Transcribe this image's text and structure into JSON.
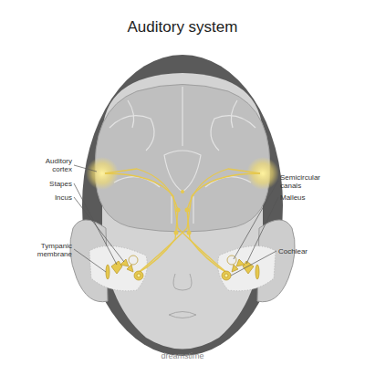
{
  "diagram": {
    "title": "Auditory system",
    "labels": [
      "Auditory cortex",
      "Stapes",
      "Incus",
      "Tympanic membrane",
      "Semicircular canals",
      "Malleus",
      "Cochlear",
      "dreamstime"
    ]
  }
}
